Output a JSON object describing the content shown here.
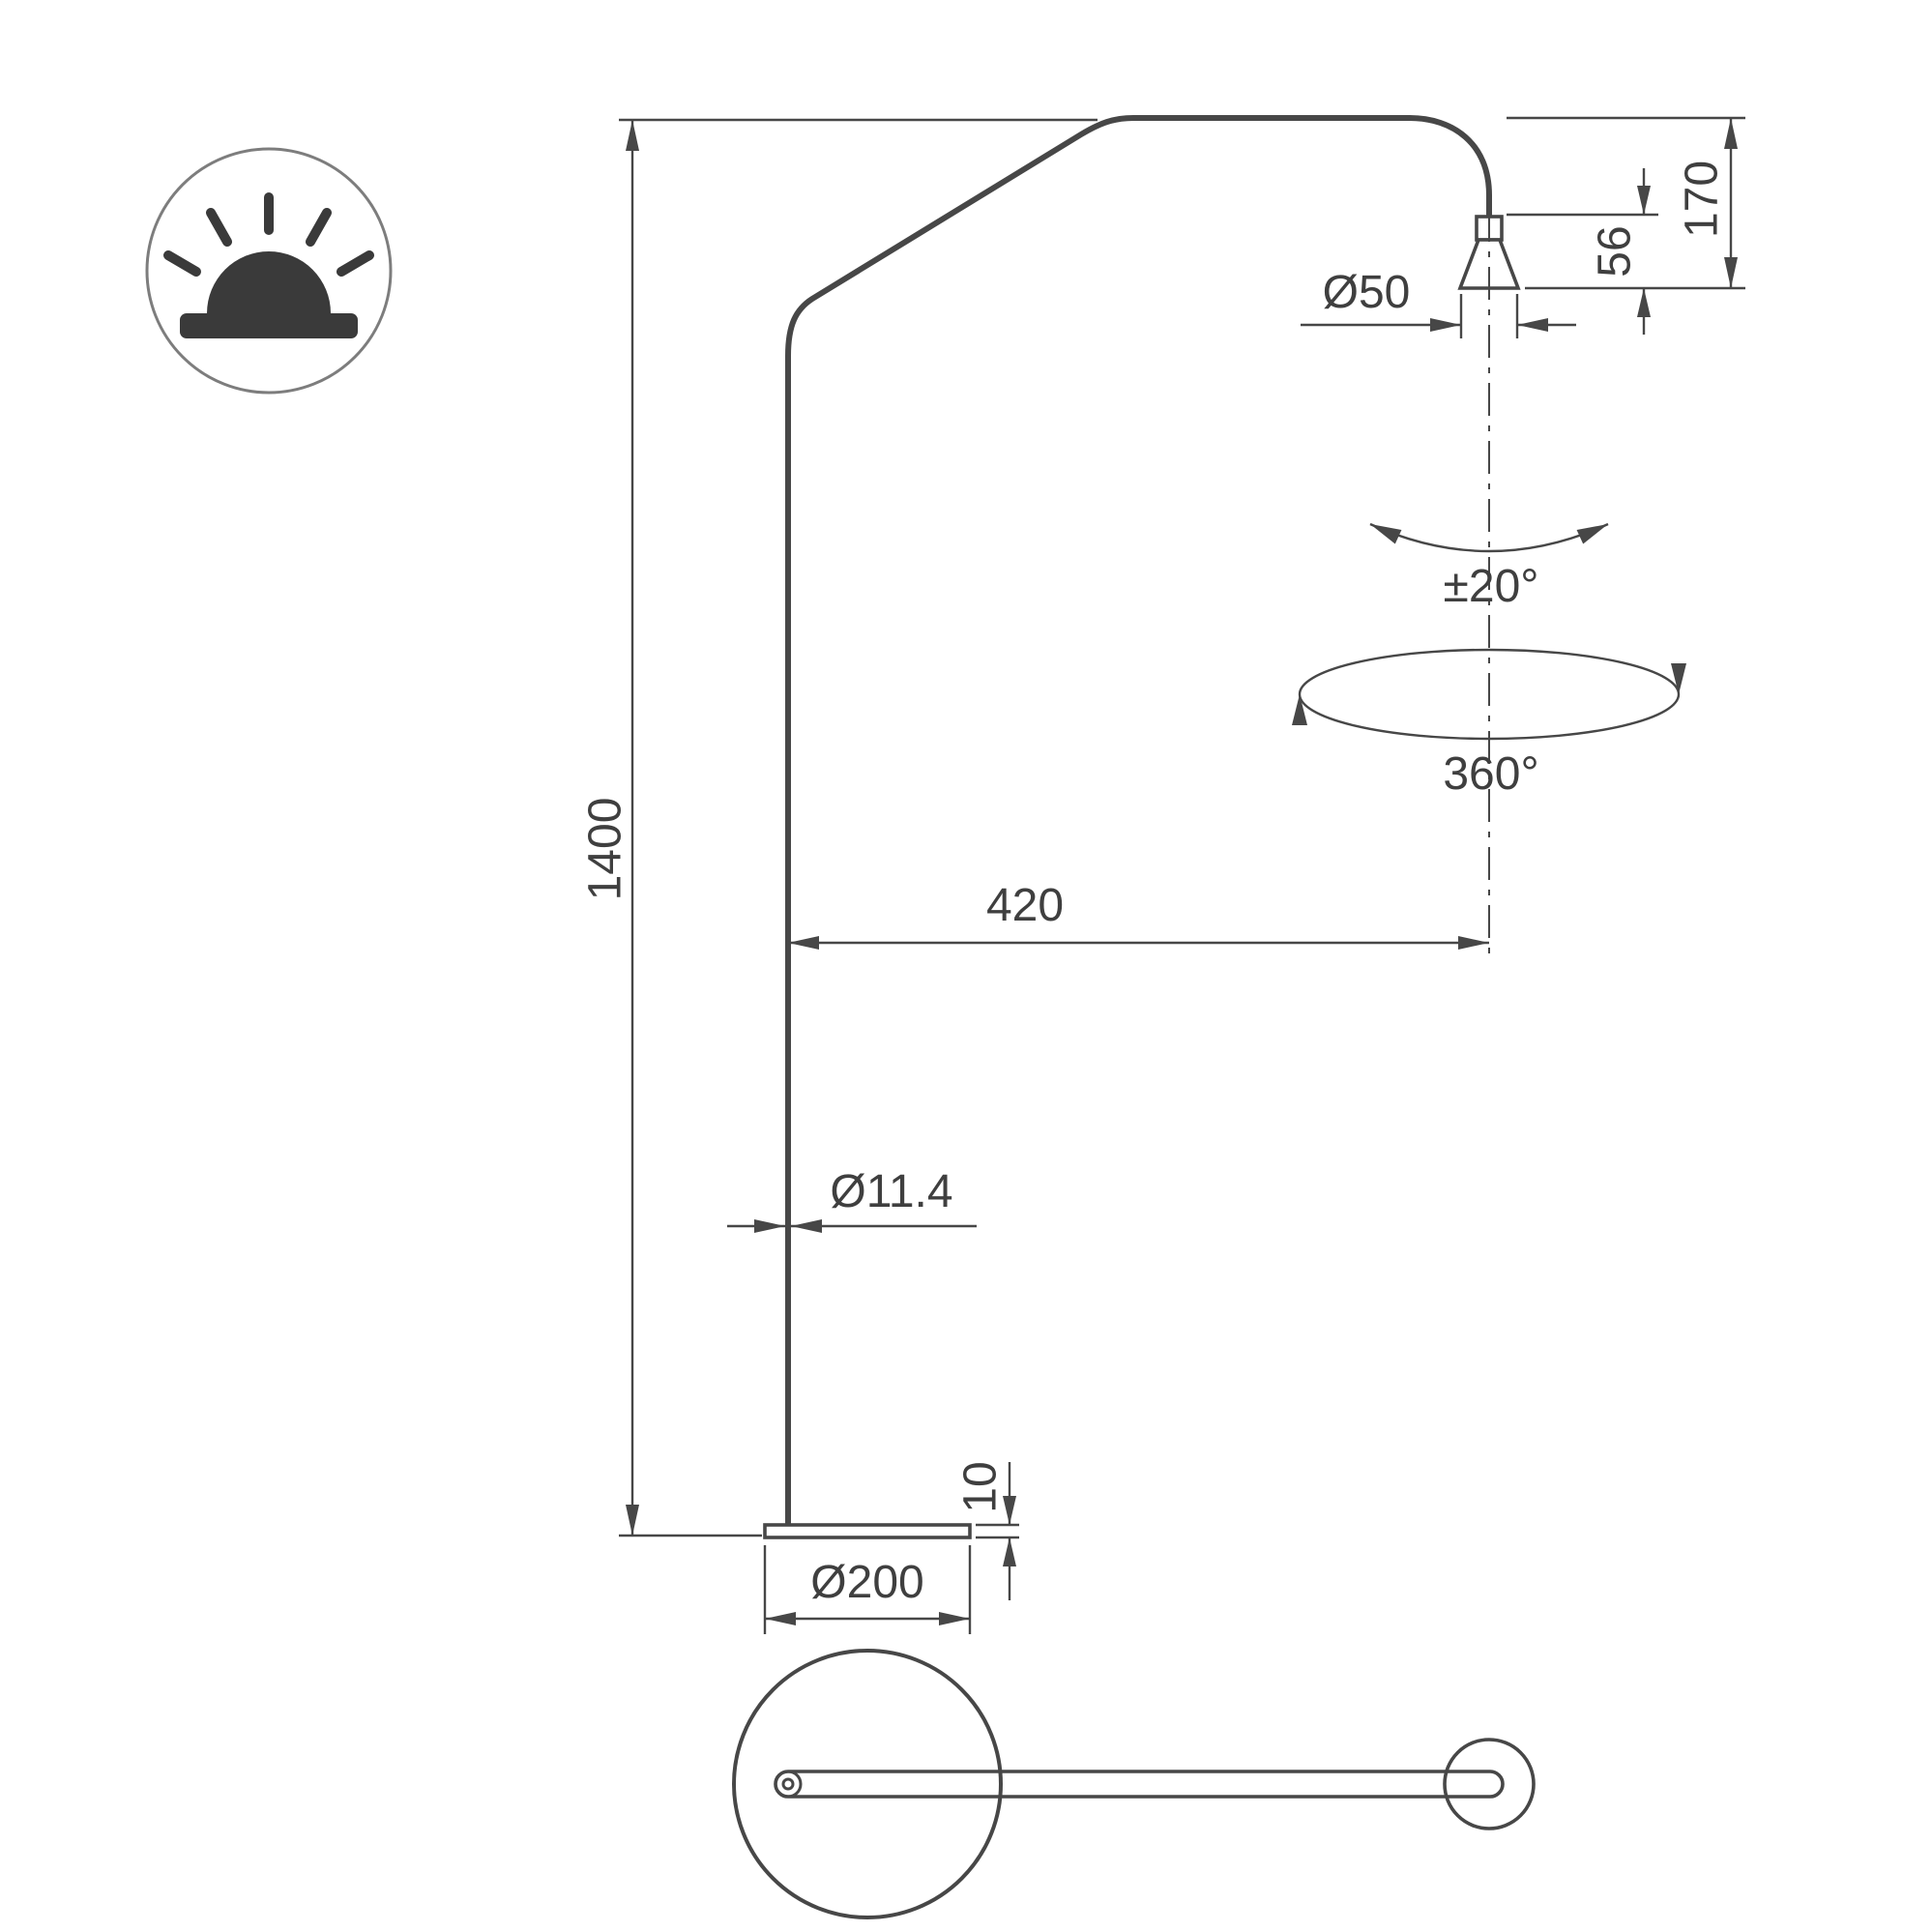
{
  "colors": {
    "line": "#474747",
    "text": "#3f3f3f",
    "icon": "#3a3a3a",
    "icon_ring": "#7d7d7d",
    "background": "#ffffff"
  },
  "icon": {
    "name": "surface-mounted-light-icon"
  },
  "labels": {
    "overall_height": "1400",
    "arm_offset": "420",
    "head_diameter": "Ø50",
    "head_height": "56",
    "head_total_drop": "170",
    "tilt_range": "±20°",
    "rotation_range": "360°",
    "pole_diameter": "Ø11.4",
    "base_thickness": "10",
    "base_diameter": "Ø200"
  }
}
